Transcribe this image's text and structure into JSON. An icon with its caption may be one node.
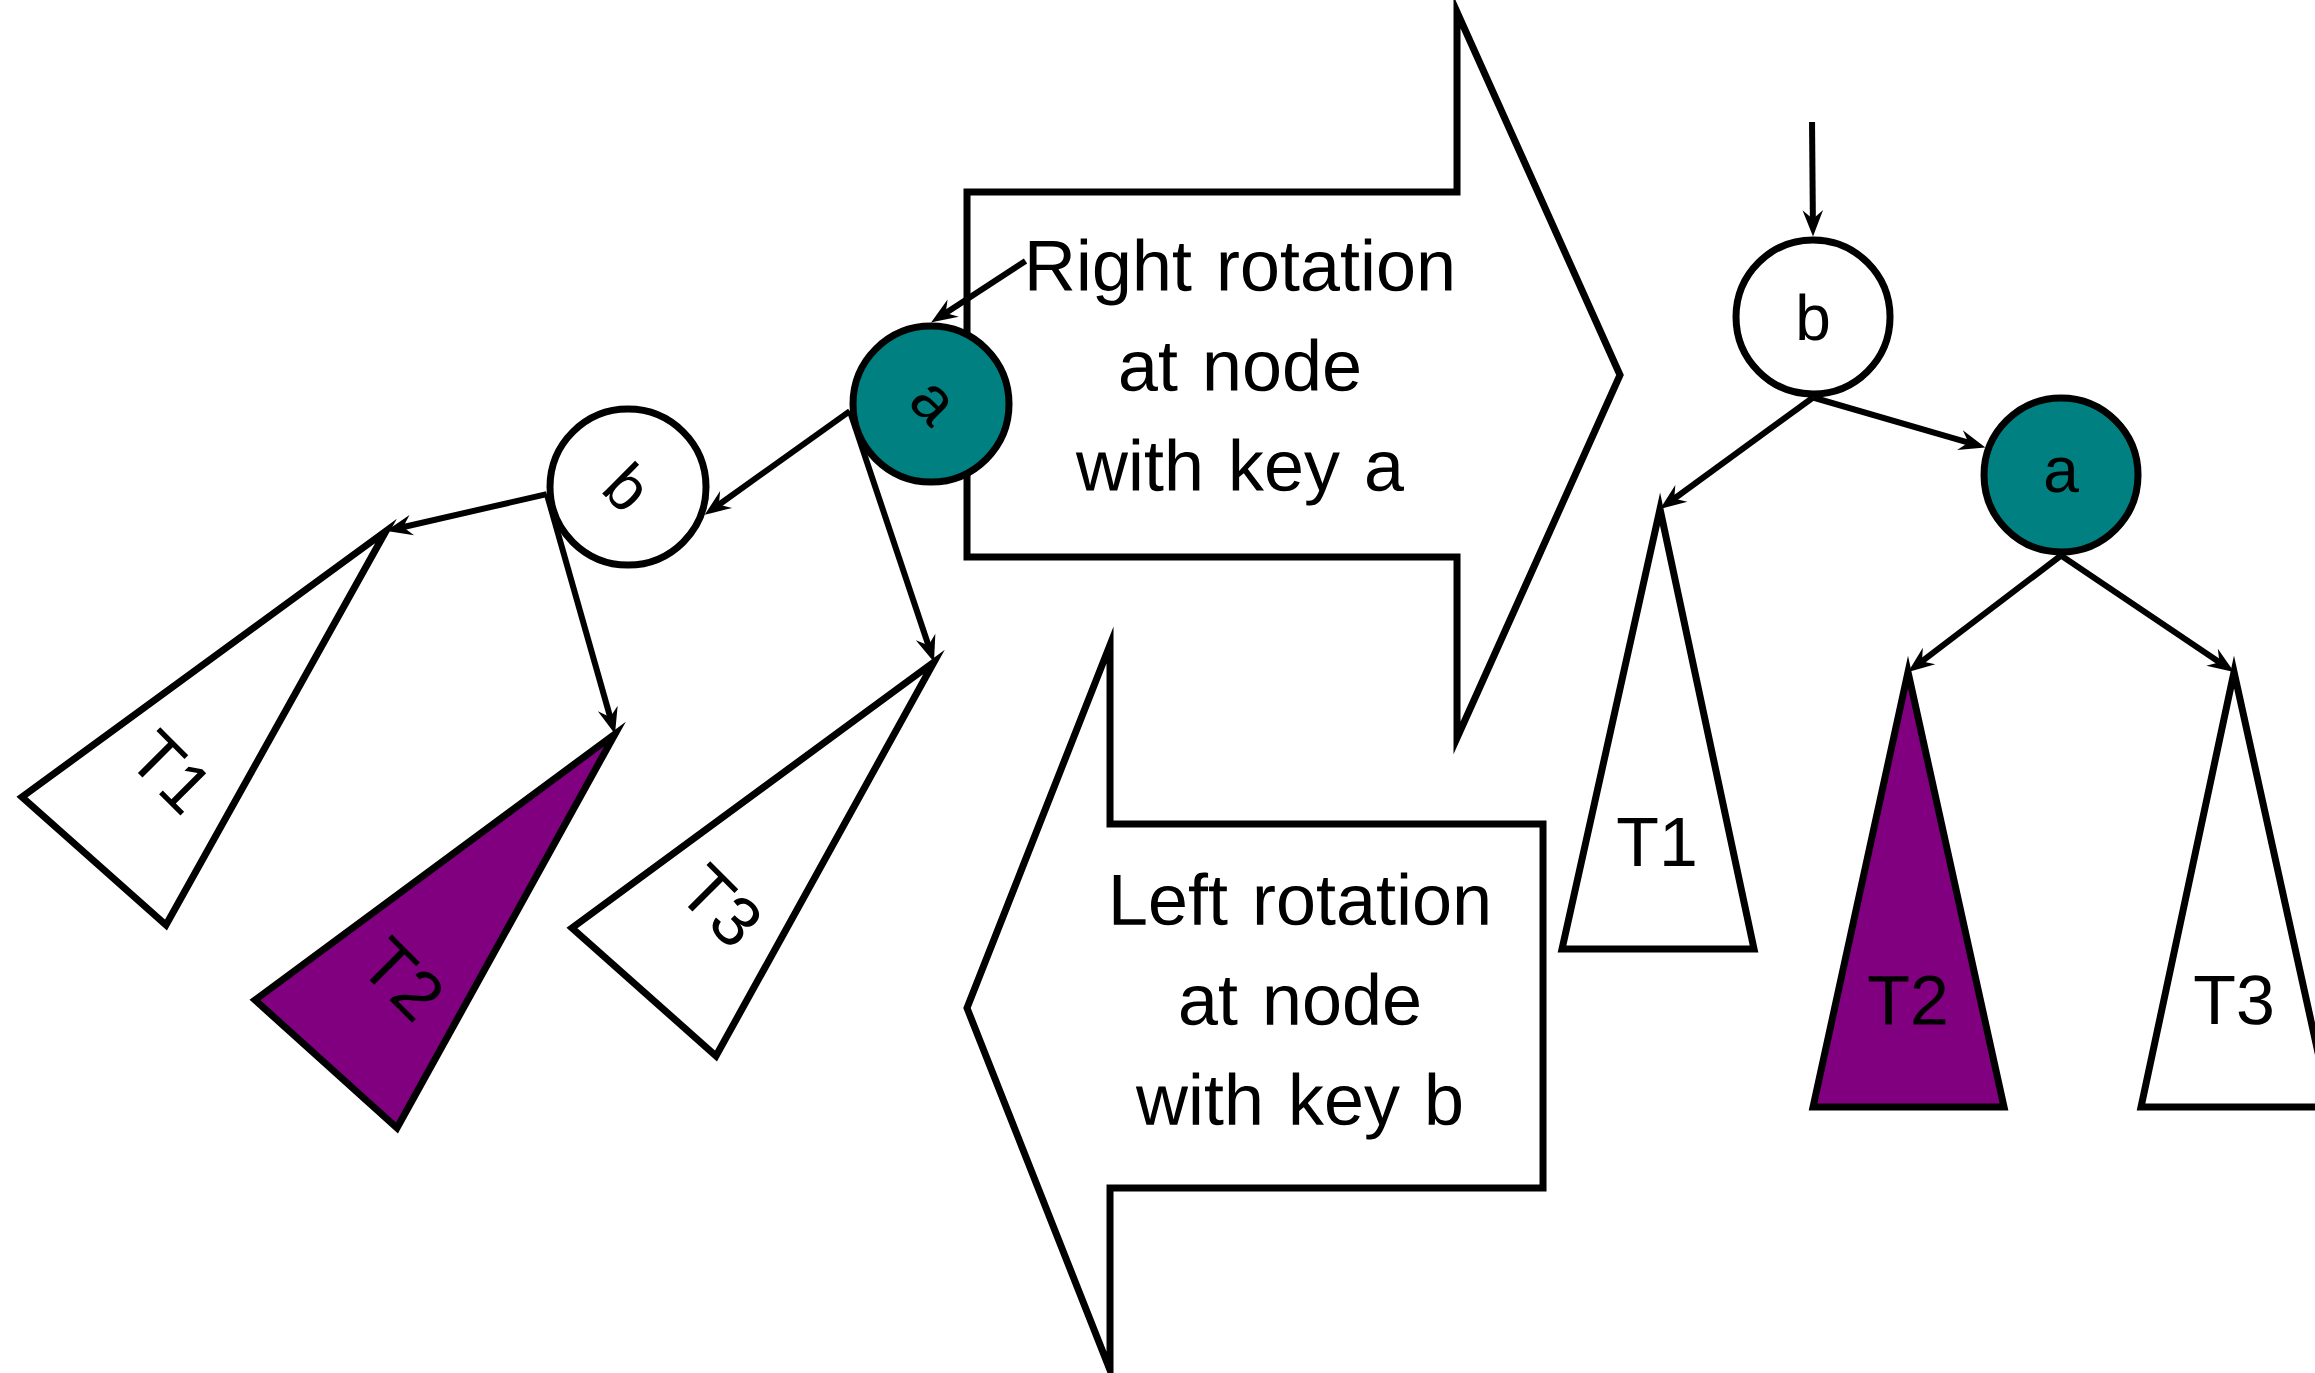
{
  "diagram": {
    "nodes": [
      {
        "text": [
          "a"
        ]
      },
      {
        "text": [
          "b"
        ]
      },
      {
        "text": [
          "T1"
        ]
      },
      {
        "text": [
          "T2"
        ]
      },
      {
        "text": [
          "T3"
        ]
      },
      {
        "text": [
          "Right rotation at node with key a"
        ]
      },
      {
        "text": [
          "Left rotation at node with key b"
        ]
      },
      {
        "text": [
          "b"
        ]
      },
      {
        "text": [
          "a"
        ]
      },
      {
        "text": [
          "T1"
        ]
      },
      {
        "text": [
          "T2"
        ]
      },
      {
        "text": [
          "T3"
        ]
      }
    ],
    "edges": [
      {
        "from": 0,
        "to": 1,
        "arrow": "to"
      },
      {
        "from": 0,
        "to": 4,
        "arrow": "to"
      },
      {
        "from": 1,
        "to": 2,
        "arrow": "to"
      },
      {
        "from": 1,
        "to": 3,
        "arrow": "to"
      },
      {
        "from": 5,
        "to": 0,
        "arrow": "to"
      },
      {
        "from": null,
        "to": 7,
        "arrow": "to"
      },
      {
        "from": 7,
        "to": 9,
        "arrow": "to"
      },
      {
        "from": 7,
        "to": 8,
        "arrow": "to"
      },
      {
        "from": 8,
        "to": 10,
        "arrow": "to"
      },
      {
        "from": 8,
        "to": 11,
        "arrow": "to"
      }
    ]
  }
}
